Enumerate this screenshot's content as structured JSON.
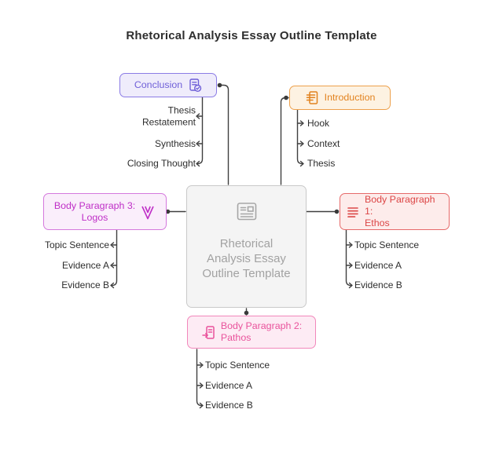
{
  "title": "Rhetorical Analysis Essay Outline Template",
  "center": {
    "label": "Rhetorical Analysis Essay Outline Template",
    "lines": [
      "Rhetorical",
      "Analysis Essay",
      "Outline Template"
    ],
    "icon": "article-icon"
  },
  "branches": {
    "conclusion": {
      "lines": [
        "Conclusion"
      ],
      "icon": "document-check-icon",
      "accent": "#6f5fd8",
      "items": [
        "Thesis Restatement",
        "Synthesis",
        "Closing Thought"
      ]
    },
    "introduction": {
      "lines": [
        "Introduction"
      ],
      "icon": "document-lines-icon",
      "accent": "#e2821e",
      "items": [
        "Hook",
        "Context",
        "Thesis"
      ]
    },
    "body1": {
      "lines": [
        "Body Paragraph 1:",
        "Ethos"
      ],
      "icon": "list-lines-icon",
      "accent": "#dc4747",
      "items": [
        "Topic Sentence",
        "Evidence A",
        "Evidence B"
      ]
    },
    "body2": {
      "lines": [
        "Body Paragraph 2:",
        "Pathos"
      ],
      "icon": "document-arrow-icon",
      "accent": "#e9539c",
      "items": [
        "Topic Sentence",
        "Evidence A",
        "Evidence B"
      ]
    },
    "body3": {
      "lines": [
        "Body Paragraph 3:",
        "Logos"
      ],
      "icon": "logos-v-icon",
      "accent": "#bf2fc7",
      "items": [
        "Topic Sentence",
        "Evidence A",
        "Evidence B"
      ]
    }
  },
  "connector_color": "#3f3f3f"
}
